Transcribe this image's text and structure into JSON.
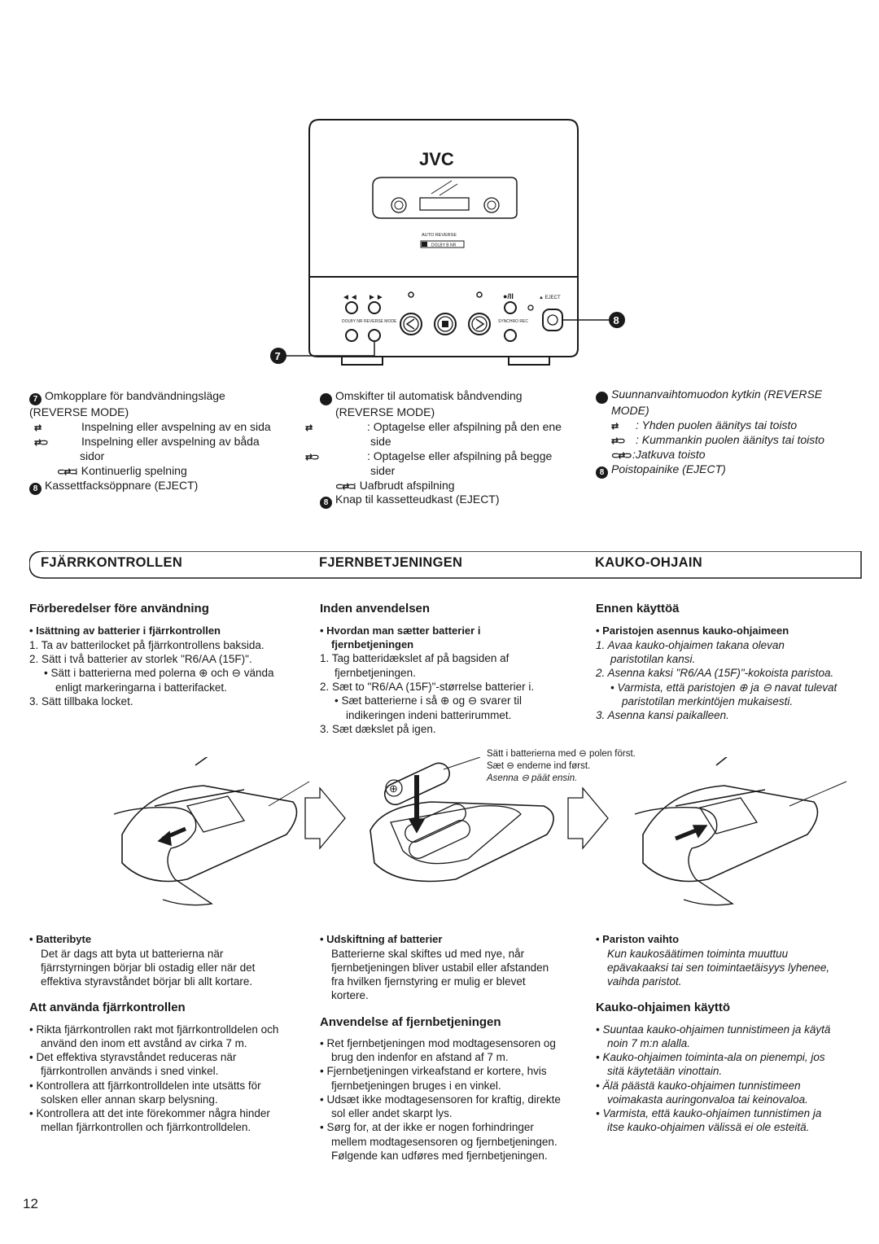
{
  "brand": "JVC",
  "device_labels": {
    "auto_reverse": "AUTO REVERSE",
    "dolby_badge": "DOLBY B NR",
    "btn_rew": "◄◄",
    "btn_ff": "►►",
    "btn_rec_pause": "●/II",
    "btn_eject": "▲ EJECT",
    "dolby_nr": "DOLBY NR",
    "reverse_mode": "REVERSE MODE",
    "synchro_rec": "SYNCHRO REC",
    "callout_7": "7",
    "callout_8": "8"
  },
  "sv_top": {
    "n7": "7",
    "item7": "Omkopplare för bandvändningsläge (REVERSE MODE)",
    "s1": "Inspelning eller avspelning av en sida",
    "s2": "Inspelning eller avspelning av båda sidor",
    "s3": ": Kontinuerlig spelning",
    "n8": "8",
    "item8": "Kassettfacksöppnare (EJECT)"
  },
  "da_top": {
    "item7": "Omskifter til automatisk båndvending (REVERSE MODE)",
    "s1": ": Optagelse eller afspilning på den ene side",
    "s2": ": Optagelse eller afspilning på begge sider",
    "s3": ": Uafbrudt afspilning",
    "item8": "Knap til kassetteudkast (EJECT)"
  },
  "fi_top": {
    "item7": "Suunnanvaihtomuodon kytkin (REVERSE MODE)",
    "s1": ": Yhden puolen äänitys tai toisto",
    "s2": ": Kummankin puolen äänitys tai toisto",
    "s3": ":Jatkuva toisto",
    "item8": "Poistopainike (EJECT)"
  },
  "section": {
    "sv": "FJÄRRKONTROLLEN",
    "da": "FJERNBETJENINGEN",
    "fi": "KAUKO-OHJAIN"
  },
  "sv": {
    "prep_title": "Förberedelser före användning",
    "install_title": "Isättning av batterier i fjärrkontrollen",
    "step1": "1. Ta av batterilocket på fjärrkontrollens baksida.",
    "step2": "2. Sätt i två batterier av storlek \"R6/AA (15F)\".",
    "step2b": "Sätt i batterierna med polerna ⊕ och ⊖ vända enligt markeringarna i batterifacket.",
    "step3": "3. Sätt tillbaka locket.",
    "batt_title": "Batteribyte",
    "batt_text": "Det är dags att byta ut batterierna när fjärrstyrningen börjar bli ostadig eller när det effektiva styravståndet börjar bli allt kortare.",
    "use_title": "Att använda fjärrkontrollen",
    "use1": "Rikta fjärrkontrollen rakt mot fjärrkontrolldelen och använd den inom ett avstånd av cirka 7 m.",
    "use2": "Det effektiva styravståndet reduceras när fjärrkontrollen används i sned vinkel.",
    "use3": "Kontrollera att fjärrkontrolldelen inte utsätts för solsken eller annan skarp belysning.",
    "use4": "Kontrollera att det inte förekommer några hinder mellan fjärrkontrollen och fjärrkontrolldelen."
  },
  "da": {
    "prep_title": "Inden anvendelsen",
    "install_title": "Hvordan man sætter batterier i fjernbetjeningen",
    "step1": "1. Tag batteridækslet af på bagsiden af fjernbetjeningen.",
    "step2": "2. Sæt to \"R6/AA (15F)\"-størrelse batterier i.",
    "step2b": "Sæt batterierne i så ⊕ og ⊖ svarer til indikeringen indeni batterirummet.",
    "step3": "3. Sæt dækslet på igen.",
    "batt_title": "Udskiftning af batterier",
    "batt_text": "Batterierne skal skiftes ud med nye, når fjernbetjeningen bliver ustabil eller afstanden fra hvilken fjernstyring er mulig er blevet kortere.",
    "use_title": "Anvendelse af fjernbetjeningen",
    "use1": "Ret fjernbetjeningen mod modtagesensoren og brug den indenfor en afstand af 7 m.",
    "use2": "Fjernbetjeningen virkeafstand er kortere, hvis fjernbetjeningen bruges i en vinkel.",
    "use3": "Udsæt ikke modtagesensoren for kraftig, direkte sol eller andet skarpt lys.",
    "use4": "Sørg for, at der ikke er nogen forhindringer mellem modtagesensoren og fjernbetjeningen. Følgende kan udføres med fjernbetjeningen."
  },
  "fi": {
    "prep_title": "Ennen käyttöä",
    "install_title": "Paristojen asennus kauko-ohjaimeen",
    "step1": "1. Avaa kauko-ohjaimen takana olevan paristotilan kansi.",
    "step2": "2. Asenna kaksi \"R6/AA (15F)\"-kokoista paristoa.",
    "step2b": "Varmista, että paristojen ⊕ ja ⊖ navat tulevat paristotilan merkintöjen mukaisesti.",
    "step3": "3. Asenna kansi paikalleen.",
    "batt_title": "Pariston vaihto",
    "batt_text": "Kun kaukosäätimen toiminta muuttuu epävakaaksi tai sen toimintaetäisyys lyhenee, vaihda paristot.",
    "use_title": "Kauko-ohjaimen käyttö",
    "use1": "Suuntaa kauko-ohjaimen tunnistimeen ja käytä noin 7 m:n alalla.",
    "use2": "Kauko-ohjaimen toiminta-ala on pienempi, jos sitä käytetään vinottain.",
    "use3": "Älä päästä kauko-ohjaimen tunnistimeen voimakasta auringonvaloa tai keinovaloa.",
    "use4": "Varmista, että kauko-ohjaimen tunnistimen ja itse kauko-ohjaimen välissä ei ole esteitä."
  },
  "battery_note": {
    "sv": "Sätt i batterierna med ⊖ polen först.",
    "da": "Sæt ⊖ enderne ind først.",
    "fi": "Asenna ⊖ päät ensin."
  },
  "page_number": "12"
}
